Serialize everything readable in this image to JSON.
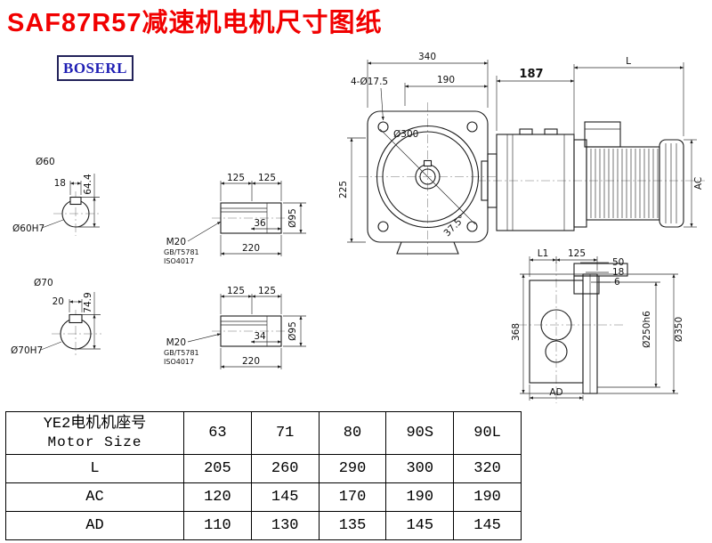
{
  "page": {
    "title": "SAF87R57减速机电机尺寸图纸",
    "brand": "BOSERL"
  },
  "drawing": {
    "shaft60": {
      "d_label": "Ø60",
      "key_width": "18",
      "key_height": "64.4",
      "bore_label": "Ø60H7"
    },
    "shaft70": {
      "d_label": "Ø70",
      "key_width": "20",
      "key_height": "74.9",
      "bore_label": "Ø70H7"
    },
    "bushing_top": {
      "seg1": "125",
      "seg2": "125",
      "thread": "M20",
      "std1": "GB/T5781",
      "std2": "ISO4017",
      "key_len": "36",
      "total_len": "220",
      "diameter": "Ø95"
    },
    "bushing_bottom": {
      "seg1": "125",
      "seg2": "125",
      "thread": "M20",
      "std1": "GB/T5781",
      "std2": "ISO4017",
      "key_len": "34",
      "total_len": "220",
      "diameter": "Ø95"
    },
    "front_view": {
      "width": "340",
      "half_width": "190",
      "bolt_holes": "4-Ø17.5",
      "flange_d": "Ø300",
      "height": "225",
      "angle": "37.5°"
    },
    "side_view": {
      "gear_len": "187",
      "motor_len": "L",
      "motor_height": "AC"
    },
    "output_view": {
      "l1": "L1",
      "dim125": "125",
      "dim50": "50",
      "dim18": "18",
      "dim6": "6",
      "height": "368",
      "spigot_d": "Ø250h6",
      "flange_d": "Ø350",
      "ad": "AD"
    }
  },
  "table": {
    "header": {
      "title_cn": "YE2电机机座号",
      "title_en": "Motor Size",
      "sizes": [
        "63",
        "71",
        "80",
        "90S",
        "90L"
      ]
    },
    "rows": [
      {
        "label": "L",
        "values": [
          "205",
          "260",
          "290",
          "300",
          "320"
        ]
      },
      {
        "label": "AC",
        "values": [
          "120",
          "145",
          "170",
          "190",
          "190"
        ]
      },
      {
        "label": "AD",
        "values": [
          "110",
          "130",
          "135",
          "145",
          "145"
        ]
      }
    ]
  }
}
